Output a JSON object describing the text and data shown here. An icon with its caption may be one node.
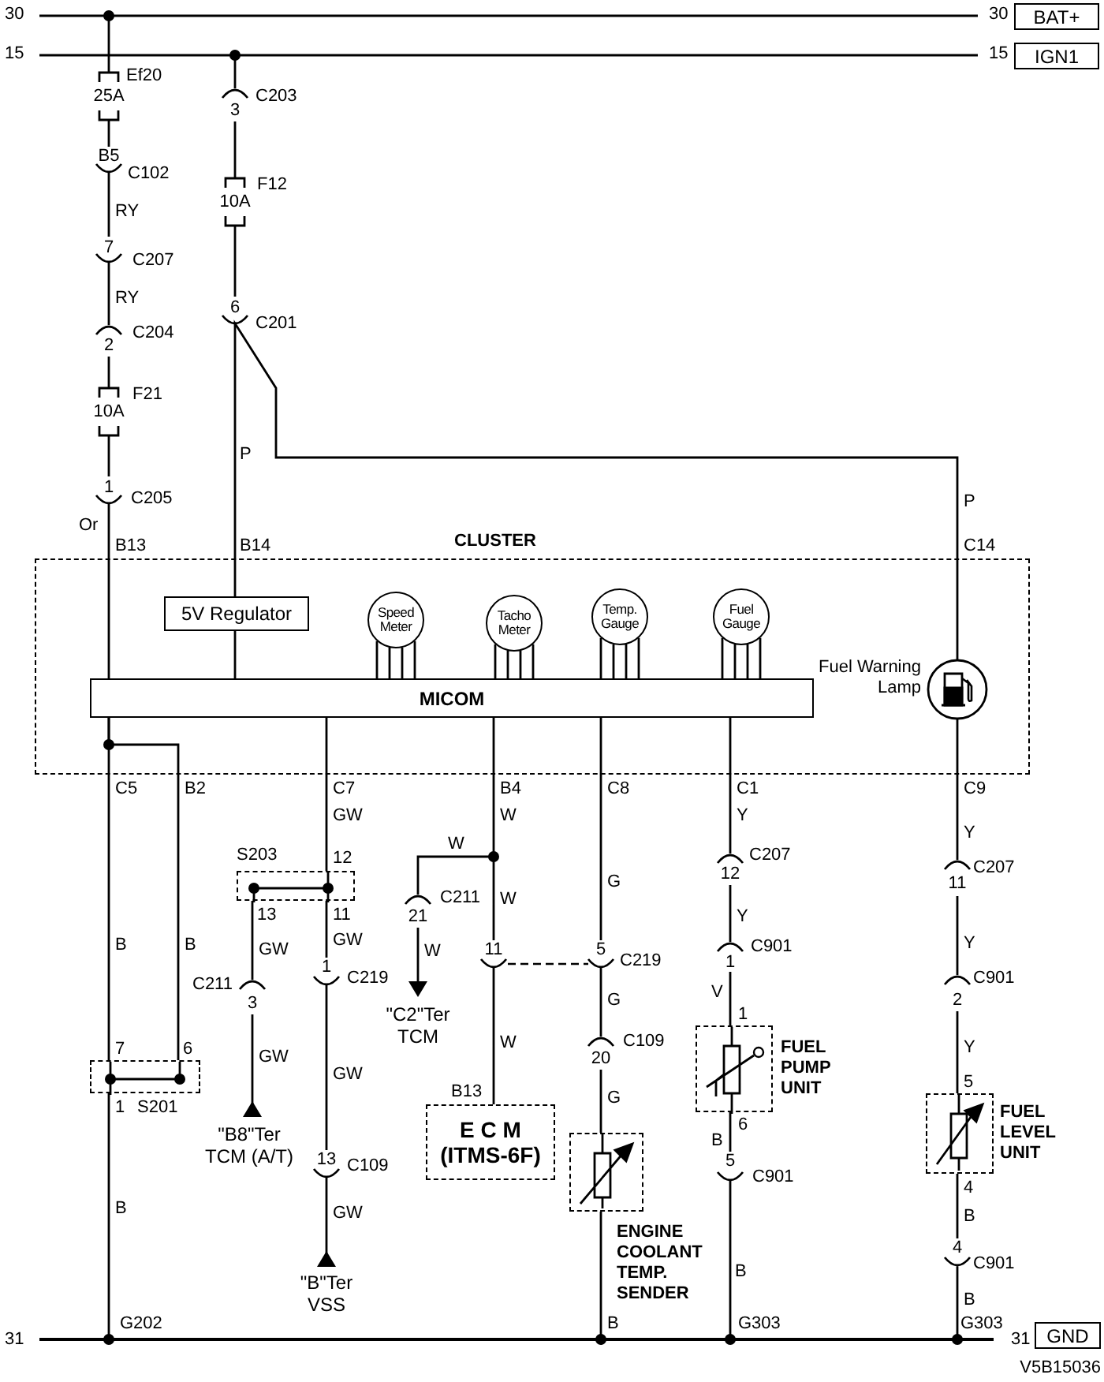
{
  "diagram": {
    "nodes": [
      {
        "text": [
          "BAT+"
        ]
      },
      {
        "text": [
          "IGN1"
        ]
      },
      {
        "text": [
          "CLUSTER"
        ]
      },
      {
        "text": [
          "5V Regulator"
        ],
        "in": 2
      },
      {
        "text": [
          "Speed Meter"
        ],
        "in": 2
      },
      {
        "text": [
          "Tacho Meter"
        ],
        "in": 2
      },
      {
        "text": [
          "Temp. Gauge"
        ],
        "in": 2
      },
      {
        "text": [
          "Fuel Gauge"
        ],
        "in": 2
      },
      {
        "text": [
          "MICOM"
        ],
        "in": 2
      },
      {
        "text": [],
        "shape": "circle",
        "beside": [
          "Fuel Warning Lamp"
        ],
        "in": 2
      },
      {
        "text": [
          "S203"
        ]
      },
      {
        "text": [
          "FUEL PUMP UNIT"
        ]
      },
      {
        "text": [
          "S201"
        ]
      },
      {
        "text": [
          "FUEL LEVEL UNIT"
        ]
      },
      {
        "text": [
          "E C M (ITMS-6F)"
        ]
      },
      {
        "text": [
          "ENGINE COOLANT TEMP. SENDER"
        ]
      },
      {
        "text": [],
        "shape": "bar"
      },
      {
        "text": [
          "GND"
        ]
      }
    ],
    "edges": [
      {
        "from": 3,
        "to": 8,
        "arrow": "none"
      },
      {
        "from": 4,
        "to": 8,
        "arrow": "none"
      },
      {
        "from": 5,
        "to": 8,
        "arrow": "none"
      },
      {
        "from": 6,
        "to": 8,
        "arrow": "none"
      },
      {
        "from": 7,
        "to": 8,
        "arrow": "none"
      },
      {
        "from": 8,
        "to": 12,
        "arrow": "none"
      },
      {
        "from": 8,
        "to": 12,
        "arrow": "none"
      },
      {
        "from": 8,
        "to": 10,
        "arrow": "none"
      },
      {
        "from": 3,
        "to": 9,
        "arrow": "none"
      },
      {
        "from": 12,
        "to": 16,
        "arrow": "other"
      },
      {
        "from": 15,
        "to": 16,
        "arrow": "other"
      }
    ],
    "labels": [
      "30",
      "15",
      "30",
      "15",
      "Ef20",
      "25A",
      "C203",
      "3",
      "B5",
      "C102",
      "F12",
      "10A",
      "RY",
      "7",
      "C207",
      "RY",
      "6",
      "C201",
      "2",
      "C204",
      "F21",
      "10A",
      "P",
      "P",
      "1",
      "C205",
      "Or",
      "B13",
      "B14",
      "C14",
      "C5",
      "B2",
      "C7",
      "B4",
      "C8",
      "C1",
      "C9",
      "GW",
      "W",
      "Y",
      "Y",
      "W",
      "12",
      "12",
      "C207",
      "11",
      "C207",
      "G",
      "13",
      "11",
      "21",
      "C211",
      "W",
      "Y",
      "B",
      "B",
      "GW",
      "GW",
      "11",
      "5",
      "C219",
      "W",
      "1",
      "C901",
      "Y",
      "1",
      "C219",
      "C211",
      "3",
      "2",
      "C901",
      "G",
      "V",
      "1",
      "W",
      "GW",
      "7",
      "6",
      "20",
      "C109",
      "Y",
      "GW",
      "5",
      "B13",
      "G",
      "1",
      "6",
      "B",
      "13",
      "C109",
      "5",
      "C901",
      "4",
      "GW",
      "B",
      "4",
      "C901",
      "B",
      "B",
      "B",
      "G202",
      "B",
      "G303",
      "G303",
      "31",
      "31",
      "V5B15036",
      "\"C2\"Ter TCM",
      "\"B8\"Ter TCM (A/T)",
      "\"B\"Ter VSS"
    ]
  }
}
